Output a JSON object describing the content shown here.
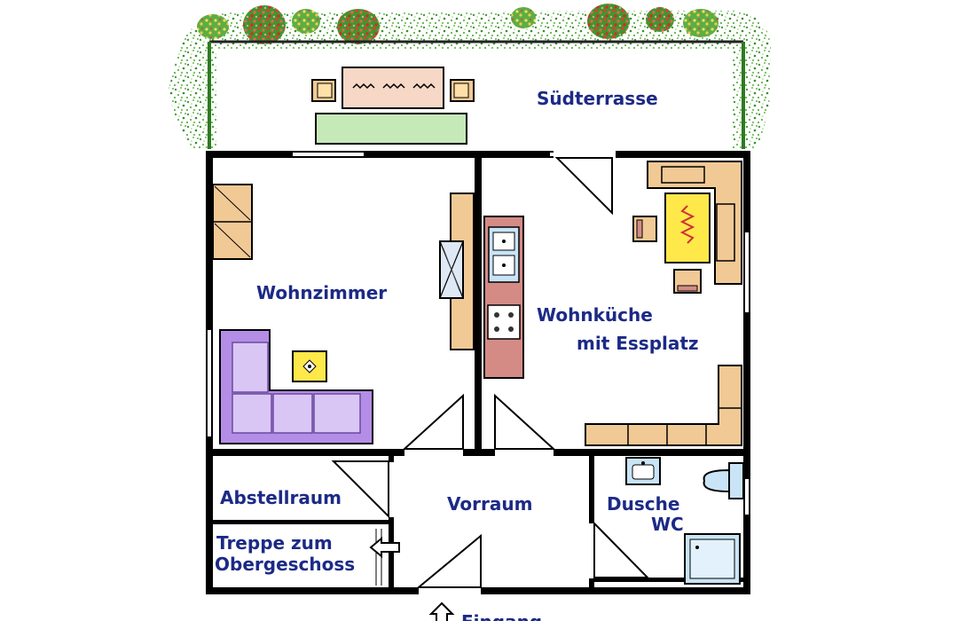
{
  "rooms": {
    "terrace": "Südterrasse",
    "living": "Wohnzimmer",
    "kitchen_line1": "Wohnküche",
    "kitchen_line2": "mit Essplatz",
    "storage": "Abstellraum",
    "hall": "Vorraum",
    "bath_line1": "Dusche",
    "bath_line2": "WC",
    "stairs_line1": "Treppe zum",
    "stairs_line2": "Obergeschoss",
    "entrance": "Eingang"
  },
  "colors": {
    "wall": "#000000",
    "label": "#1c2a86",
    "hedge": "#3a9a2a",
    "flowers": "#d83a3a",
    "sofa": "#cdb6f0",
    "kitchen_counter": "#f1c995",
    "kitchen_block": "#d48b86",
    "table": "#ffe84a",
    "bench": "#c6e9b8",
    "terrace_table": "#f7d8c7",
    "sink": "#c8e4f6"
  },
  "icons": [
    "up-arrow-icon",
    "left-arrow-icon"
  ]
}
